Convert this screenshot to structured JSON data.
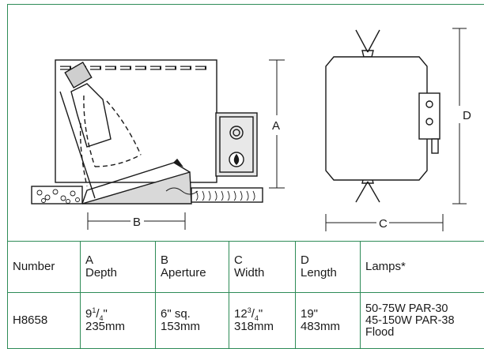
{
  "dimension_labels": {
    "A": "A",
    "B": "B",
    "C": "C",
    "D": "D"
  },
  "table": {
    "headers": [
      {
        "line1": "Number",
        "line2": ""
      },
      {
        "line1": "A",
        "line2": "Depth"
      },
      {
        "line1": "B",
        "line2": "Aperture"
      },
      {
        "line1": "C",
        "line2": "Width"
      },
      {
        "line1": "D",
        "line2": "Length"
      },
      {
        "line1": "Lamps*",
        "line2": ""
      }
    ],
    "row": {
      "number": "H8658",
      "depth": {
        "whole": "9",
        "num": "1",
        "den": "4",
        "unit": "\"",
        "metric": "235mm"
      },
      "aperture": {
        "imperial": "6\" sq.",
        "metric": "153mm"
      },
      "width": {
        "whole": "12",
        "num": "3",
        "den": "4",
        "unit": "\"",
        "metric": "318mm"
      },
      "length": {
        "imperial": "19\"",
        "metric": "483mm"
      },
      "lamps": [
        "50-75W PAR-30",
        "45-150W PAR-38",
        "Flood"
      ]
    }
  },
  "colors": {
    "border": "#2e8b57",
    "ink": "#1a1a1a",
    "box_fill": "#e8e8e8"
  }
}
